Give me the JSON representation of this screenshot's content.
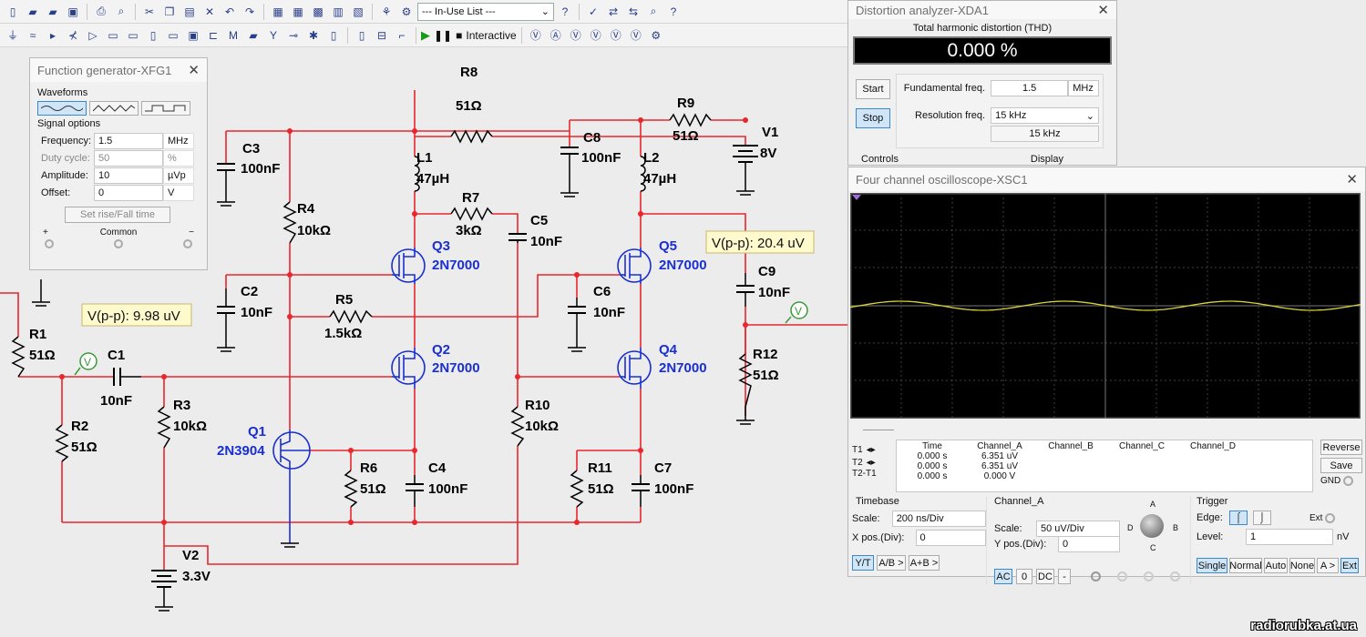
{
  "toolbar": {
    "in_use_list": "--- In-Use List ---",
    "interactive": "Interactive"
  },
  "components": {
    "R8": {
      "ref": "R8",
      "value": "51Ω"
    },
    "R9": {
      "ref": "R9",
      "value": "51Ω"
    },
    "V1": {
      "ref": "V1",
      "value": "8V"
    },
    "C3": {
      "ref": "C3",
      "value": "100nF"
    },
    "L1": {
      "ref": "L1",
      "value": "47µH"
    },
    "C8": {
      "ref": "C8",
      "value": "100nF"
    },
    "L2": {
      "ref": "L2",
      "value": "47µH"
    },
    "R7": {
      "ref": "R7",
      "value": "3kΩ"
    },
    "C5": {
      "ref": "C5",
      "value": "10nF"
    },
    "R4": {
      "ref": "R4",
      "value": "10kΩ"
    },
    "Q3": {
      "ref": "Q3",
      "value": "2N7000"
    },
    "Q5": {
      "ref": "Q5",
      "value": "2N7000"
    },
    "C2": {
      "ref": "C2",
      "value": "10nF"
    },
    "C6": {
      "ref": "C6",
      "value": "10nF"
    },
    "C9": {
      "ref": "C9",
      "value": "10nF"
    },
    "R5": {
      "ref": "R5",
      "value": "1.5kΩ"
    },
    "R1": {
      "ref": "R1",
      "value": "51Ω"
    },
    "C1": {
      "ref": "C1",
      "value": "10nF"
    },
    "Q2": {
      "ref": "Q2",
      "value": "2N7000"
    },
    "Q4": {
      "ref": "Q4",
      "value": "2N7000"
    },
    "R12": {
      "ref": "R12",
      "value": "51Ω"
    },
    "R3": {
      "ref": "R3",
      "value": "10kΩ"
    },
    "R10": {
      "ref": "R10",
      "value": "10kΩ"
    },
    "R2": {
      "ref": "R2",
      "value": "51Ω"
    },
    "Q1": {
      "ref": "Q1",
      "value": "2N3904"
    },
    "R6": {
      "ref": "R6",
      "value": "51Ω"
    },
    "C4": {
      "ref": "C4",
      "value": "100nF"
    },
    "R11": {
      "ref": "R11",
      "value": "51Ω"
    },
    "C7": {
      "ref": "C7",
      "value": "100nF"
    },
    "V2": {
      "ref": "V2",
      "value": "3.3V"
    }
  },
  "probes": {
    "in": "V(p-p): 9.98 uV",
    "out": "V(p-p): 20.4 uV"
  },
  "funcgen": {
    "title": "Function generator-XFG1",
    "waveforms_label": "Waveforms",
    "signal_options_label": "Signal options",
    "rows": [
      {
        "label": "Frequency:",
        "value": "1.5",
        "unit": "MHz"
      },
      {
        "label": "Duty cycle:",
        "value": "50",
        "unit": "%"
      },
      {
        "label": "Amplitude:",
        "value": "10",
        "unit": "µVp"
      },
      {
        "label": "Offset:",
        "value": "0",
        "unit": "V"
      }
    ],
    "rise_fall": "Set rise/Fall time",
    "plus": "+",
    "common": "Common",
    "minus": "−"
  },
  "distortion": {
    "title": "Distortion analyzer-XDA1",
    "thd_label": "Total harmonic distortion (THD)",
    "thd_value": "0.000 %",
    "start": "Start",
    "stop": "Stop",
    "fund_label": "Fundamental freq.",
    "fund_value": "1.5",
    "fund_unit": "MHz",
    "res_label": "Resolution freq.",
    "res_value": "15 kHz",
    "res_readout": "15 kHz",
    "controls": "Controls",
    "display": "Display"
  },
  "scope": {
    "title": "Four channel oscilloscope-XSC1",
    "table_headers": [
      "Time",
      "Channel_A",
      "Channel_B",
      "Channel_C",
      "Channel_D"
    ],
    "rows": [
      {
        "label": "T1",
        "time": "0.000 s",
        "a": "6.351 uV"
      },
      {
        "label": "T2",
        "time": "0.000 s",
        "a": "6.351 uV"
      },
      {
        "label": "T2-T1",
        "time": "0.000 s",
        "a": "0.000 V"
      }
    ],
    "reverse": "Reverse",
    "save": "Save",
    "gnd": "GND",
    "timebase": {
      "title": "Timebase",
      "scale_label": "Scale:",
      "scale": "200 ns/Div",
      "xpos_label": "X pos.(Div):",
      "xpos": "0",
      "modes": [
        "Y/T",
        "A/B >",
        "A+B >"
      ]
    },
    "channel": {
      "title": "Channel_A",
      "scale_label": "Scale:",
      "scale": "50 uV/Div",
      "ypos_label": "Y pos.(Div):",
      "ypos": "0",
      "coupling": [
        "AC",
        "0",
        "DC",
        "-"
      ],
      "knob": [
        "A",
        "B",
        "C",
        "D"
      ]
    },
    "trigger": {
      "title": "Trigger",
      "edge_label": "Edge:",
      "ext_label": "Ext",
      "level_label": "Level:",
      "level": "1",
      "level_unit": "nV",
      "modes": [
        "Single",
        "Normal",
        "Auto",
        "None",
        "A >",
        "Ext"
      ]
    }
  },
  "watermark": "radiorubka.at.ua"
}
